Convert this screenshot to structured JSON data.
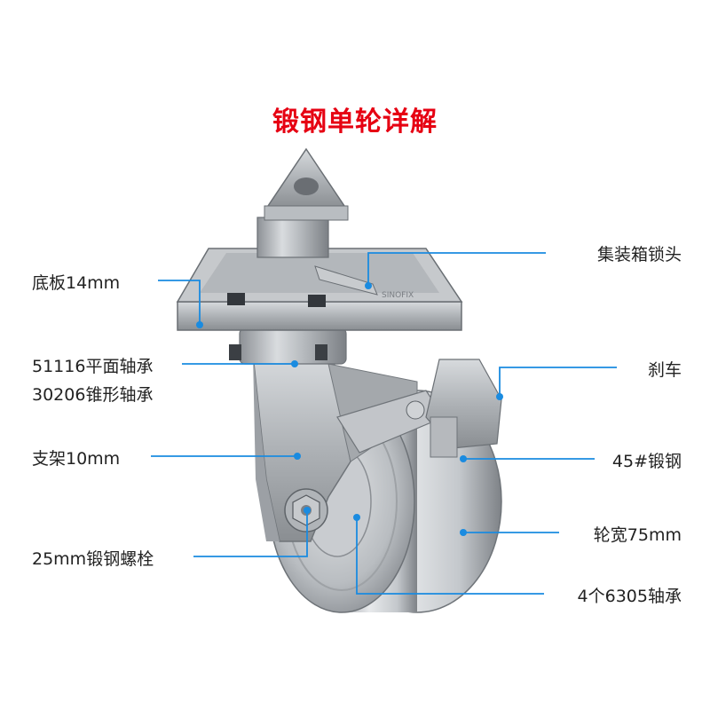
{
  "title": "锻钢单轮详解",
  "accent_color": "#1a8be0",
  "title_color": "#e60012",
  "labels": {
    "base_plate": "底板14mm",
    "bearing_1": "51116平面轴承",
    "bearing_2": "30206锥形轴承",
    "bracket": "支架10mm",
    "bolt": "25mm锻钢螺栓",
    "lock_head": "集装箱锁头",
    "brake": "刹车",
    "steel": "45#锻钢",
    "wheel_width": "轮宽75mm",
    "bearings_6305": "4个6305轴承"
  },
  "plate_stamp": "SINOFIX"
}
